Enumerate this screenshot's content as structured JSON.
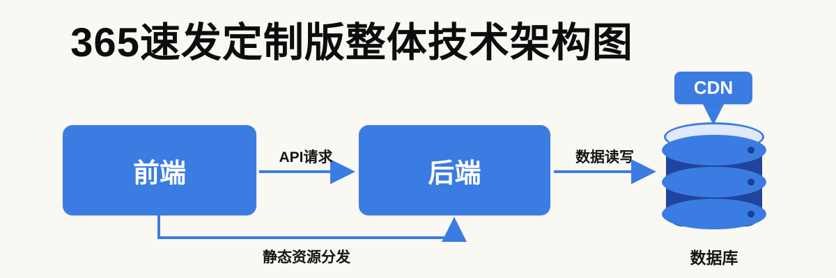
{
  "title": "365速发定制版整体技术架构图",
  "nodes": {
    "frontend": {
      "label": "前端"
    },
    "backend": {
      "label": "后端"
    },
    "cdn": {
      "label": "CDN"
    },
    "database": {
      "label": "数据库"
    }
  },
  "edges": {
    "api_request": {
      "label": "API请求"
    },
    "data_readwrite": {
      "label": "数据读写"
    },
    "static_distribution": {
      "label": "静态资源分发"
    }
  },
  "colors": {
    "accent": "#3b7ce2",
    "background": "#faf8f3",
    "text": "#111111",
    "db_top": "#dfe9fb",
    "db_shadow": "#21459c"
  }
}
